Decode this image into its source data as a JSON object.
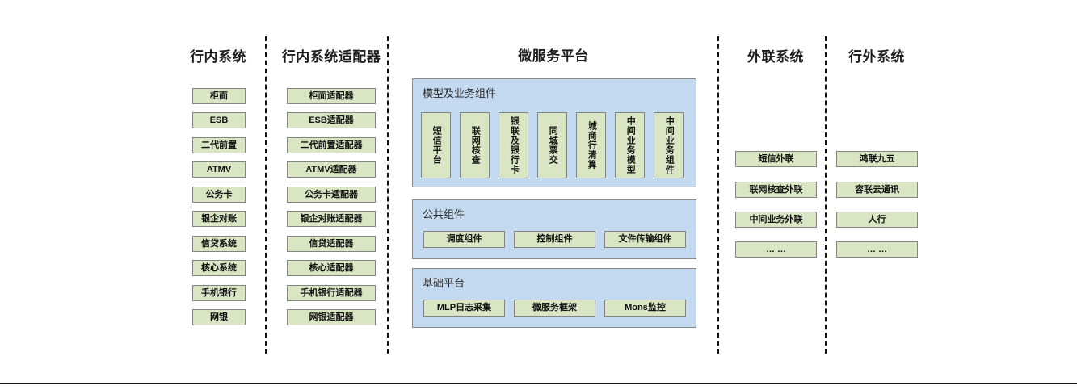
{
  "columns": [
    {
      "id": "in-bank-systems",
      "title": "行内系统",
      "items": [
        "柜面",
        "ESB",
        "二代前置",
        "ATMV",
        "公务卡",
        "银企对账",
        "信贷系统",
        "核心系统",
        "手机银行",
        "网银"
      ]
    },
    {
      "id": "in-bank-adapters",
      "title": "行内系统适配器",
      "items": [
        "柜面适配器",
        "ESB适配器",
        "二代前置适配器",
        "ATMV适配器",
        "公务卡适配器",
        "银企对账适配器",
        "信贷适配器",
        "核心适配器",
        "手机银行适配器",
        "网银适配器"
      ]
    },
    {
      "id": "microservice-platform",
      "title": "微服务平台"
    },
    {
      "id": "external-link-systems",
      "title": "外联系统",
      "items": [
        "短信外联",
        "联网核查外联",
        "中间业务外联",
        "… …"
      ]
    },
    {
      "id": "out-bank-systems",
      "title": "行外系统",
      "items": [
        "鸿联九五",
        "容联云通讯",
        "人行",
        "… …"
      ]
    }
  ],
  "platform": {
    "panels": [
      {
        "id": "model-business-components",
        "title": "模型及业务组件",
        "orientation": "vertical",
        "items": [
          "短信平台",
          "联网核查",
          "银联及银行卡",
          "同城票交",
          "城商行清算",
          "中间业务模型",
          "中间业务组件"
        ]
      },
      {
        "id": "public-components",
        "title": "公共组件",
        "orientation": "horizontal",
        "items": [
          "调度组件",
          "控制组件",
          "文件传输组件"
        ]
      },
      {
        "id": "base-platform",
        "title": "基础平台",
        "orientation": "horizontal",
        "items": [
          "MLP日志采集",
          "微服务框架",
          "Mons监控"
        ]
      }
    ]
  },
  "colors": {
    "node_fill": "#d9e5c3",
    "node_border": "#848484",
    "panel_fill": "#c3d9ef",
    "panel_border": "#8a8a8a",
    "divider": "#111111",
    "text": "#111111"
  }
}
